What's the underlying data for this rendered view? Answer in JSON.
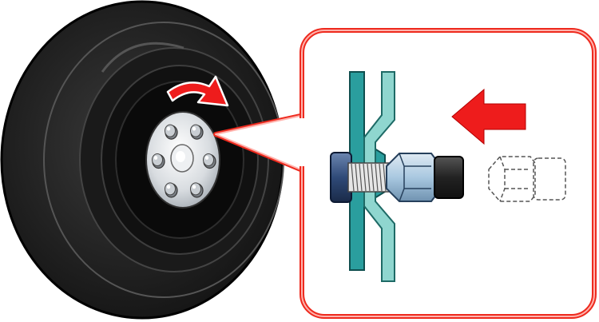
{
  "diagram": {
    "elements": [
      {
        "name": "tire",
        "icon": "tire-icon"
      },
      {
        "name": "wheel-rim",
        "icon": "wheel-icon"
      },
      {
        "name": "rotation-arrow",
        "icon": "curved-arrow-icon"
      },
      {
        "name": "lug-nuts",
        "count": 6
      },
      {
        "name": "zoom-callout",
        "icon": "magnifier-callout-icon"
      },
      {
        "name": "wheel-disc-cross-section"
      },
      {
        "name": "hub-flange-cross-section"
      },
      {
        "name": "wheel-stud"
      },
      {
        "name": "lug-nut-installed"
      },
      {
        "name": "lug-nut-outline-removed"
      },
      {
        "name": "direction-arrow",
        "icon": "arrow-left-icon"
      }
    ],
    "colors": {
      "tire": "#1c1c1c",
      "tire_highlight": "#3a3a3a",
      "callout_border": "#e8231b",
      "callout_fill": "#ffffff",
      "arrow": "#ee1c1c",
      "disc": "#2a9e9e",
      "flange": "#8fd6cf",
      "stud": "#3b5b8f",
      "nut": "#a9c8e0",
      "rim": "#d8dce0"
    }
  }
}
